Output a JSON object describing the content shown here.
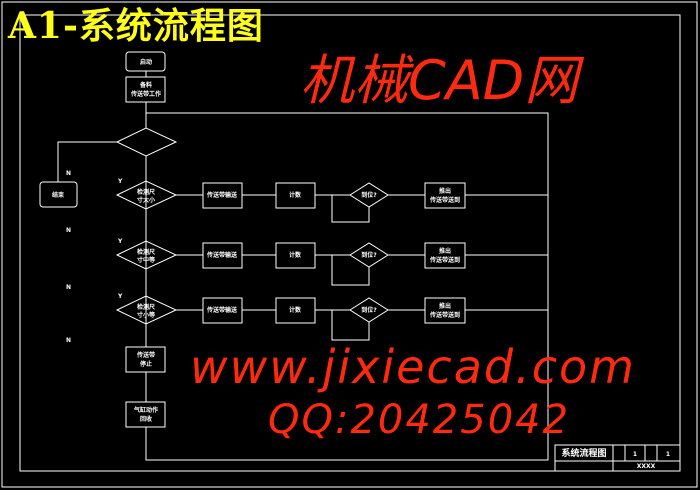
{
  "title": "A1-系统流程图",
  "flowchart": {
    "start": "启动",
    "feed": [
      "备料",
      "传送带工作"
    ],
    "end": "结束",
    "no_label": "N",
    "yes_label": "Y",
    "rows": [
      {
        "check": [
          "检测尺",
          "寸大小"
        ],
        "conveyor": "传送带输送",
        "count": "计数",
        "decision": "到位?",
        "push": [
          "推出",
          "传送带送到"
        ]
      },
      {
        "check": [
          "检测尺",
          "寸中等"
        ],
        "conveyor": "传送带输送",
        "count": "计数",
        "decision": "到位?",
        "push": [
          "推出",
          "传送带送到"
        ]
      },
      {
        "check": [
          "检测尺",
          "寸小等"
        ],
        "conveyor": "传送带输送",
        "count": "计数",
        "decision": "到位?",
        "push": [
          "推出",
          "传送带送到"
        ]
      }
    ],
    "stop": [
      "传送带",
      "停止"
    ],
    "cylinder": [
      "气缸动作",
      "回收"
    ]
  },
  "title_block": {
    "name": "系统流程图",
    "scale": "1",
    "sheet": "1",
    "code": "XXXX"
  },
  "watermark": {
    "line1": "机械CAD网",
    "line2": "www.jixiecad.com",
    "line3": "QQ:20425042"
  }
}
